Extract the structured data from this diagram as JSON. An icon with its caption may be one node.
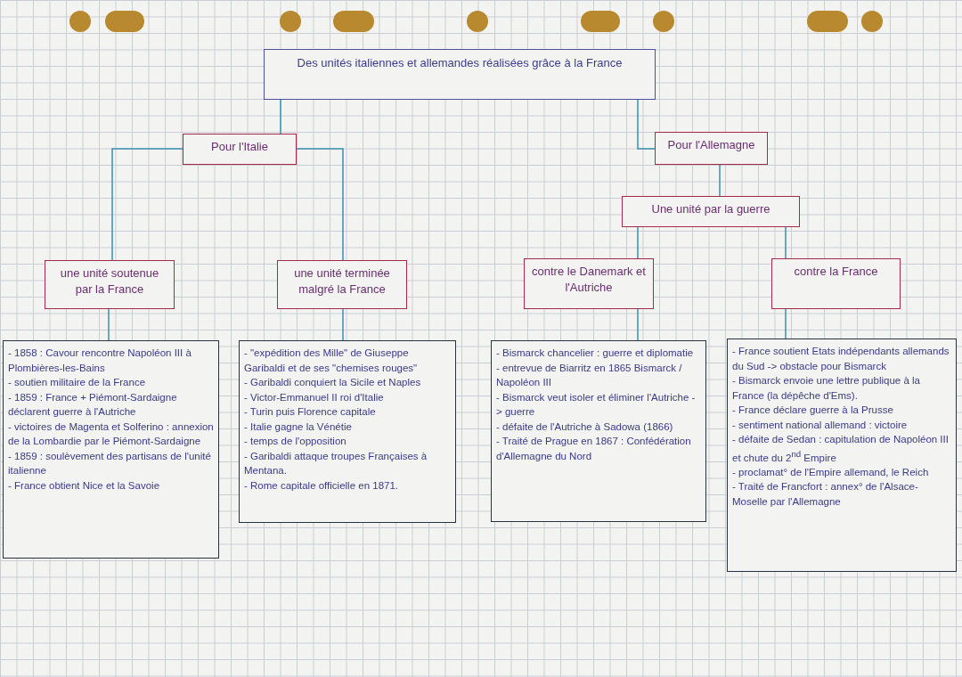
{
  "diagram": {
    "nodes": [
      {
        "text": [
          "Des unités italiennes et allemandes réalisées grâce à la France"
        ]
      },
      {
        "text": [
          "Pour l'Italie"
        ]
      },
      {
        "text": [
          "Pour l'Allemagne"
        ]
      },
      {
        "text": [
          "Une unité par la guerre"
        ]
      },
      {
        "text": [
          "une unité soutenue par la France"
        ]
      },
      {
        "text": [
          "une unité terminée malgré la France"
        ]
      },
      {
        "text": [
          "contre le Danemark et l'Autriche"
        ]
      },
      {
        "text": [
          "contre la France"
        ]
      },
      {
        "text": [
          "- 1858 : Cavour rencontre Napoléon III à Plombières-les-Bains",
          "- soutien militaire de la France",
          "- 1859 : France + Piémont-Sardaigne déclarent guerre à l'Autriche",
          "- victoires de Magenta et Solferino : annexion de la Lombardie par le Piémont-Sardaigne",
          "- 1859 : soulèvement des partisans de l'unité italienne",
          "- France obtient Nice et la Savoie"
        ]
      },
      {
        "text": [
          "- \"expédition des Mille\" de Giuseppe Garibaldi et de ses \"chemises rouges\"",
          "- Garibaldi conquiert la Sicile et Naples",
          "- Victor-Emmanuel II roi d'Italie",
          "- Turin puis Florence capitale",
          "- Italie gagne la Vénétie",
          "- temps de l'opposition",
          "- Garibaldi attaque troupes Françaises à Mentana.",
          "- Rome capitale officielle en 1871."
        ]
      },
      {
        "text": [
          "- Bismarck chancelier : guerre et diplomatie",
          "- entrevue de Biarritz en 1865 Bismarck / Napoléon III",
          "- Bismarck veut isoler et éliminer l'Autriche -> guerre",
          "- défaite de l'Autriche à Sadowa (1866)",
          "- Traité de Prague en 1867 : Confédération d'Allemagne du Nord"
        ]
      },
      {
        "text": [
          "- France soutient Etats indépendants allemands du Sud -> obstacle pour Bismarck",
          "- Bismarck envoie une lettre publique à la France (la dépêche d'Ems).",
          "- France déclare guerre à la Prusse",
          "- sentiment national allemand : victoire",
          "- défaite de Sedan : capitulation de Napoléon III et chute du 2$^{nd}$ Empire",
          "- proclamat° de l'Empire allemand, le Reich",
          "- Traité de Francfort : annex° de l'Alsace-Moselle par l'Allemagne"
        ]
      }
    ],
    "edges": [
      {
        "from": 0,
        "to": 1,
        "arrow": "none"
      },
      {
        "from": 0,
        "to": 2,
        "arrow": "none"
      },
      {
        "from": 1,
        "to": 4,
        "arrow": "none"
      },
      {
        "from": 1,
        "to": 5,
        "arrow": "none"
      },
      {
        "from": 2,
        "to": 3,
        "arrow": "none"
      },
      {
        "from": 3,
        "to": 6,
        "arrow": "none"
      },
      {
        "from": 3,
        "to": 7,
        "arrow": "none"
      },
      {
        "from": 4,
        "to": 8,
        "arrow": "none"
      },
      {
        "from": 5,
        "to": 9,
        "arrow": "none"
      },
      {
        "from": 6,
        "to": 10,
        "arrow": "none"
      },
      {
        "from": 7,
        "to": 11,
        "arrow": "none"
      }
    ]
  }
}
